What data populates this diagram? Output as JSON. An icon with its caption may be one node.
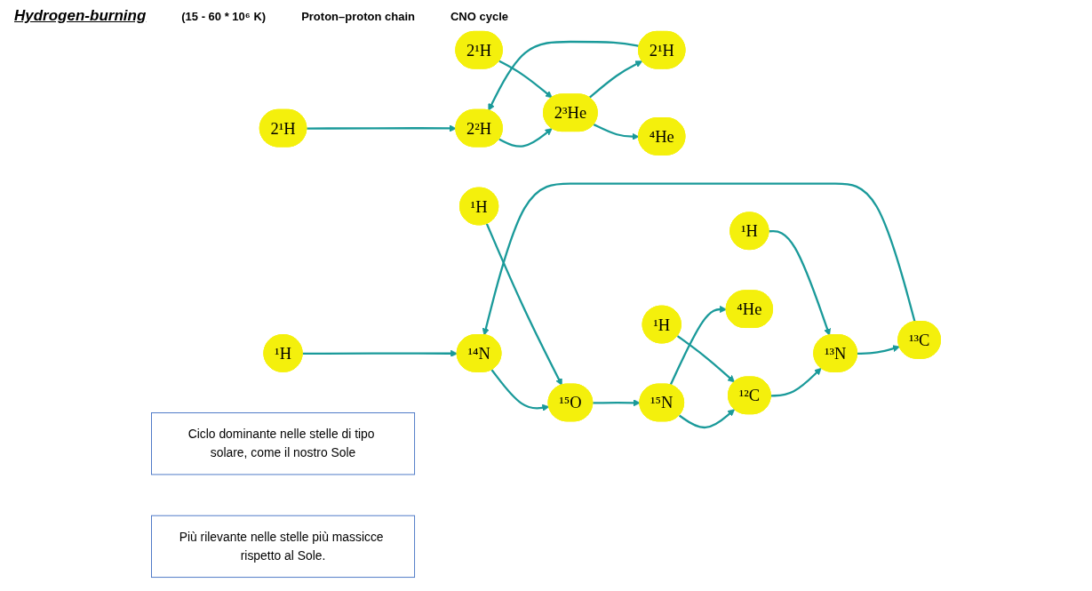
{
  "diagram": {
    "title": "Hydrogen-burning",
    "nodes": [
      {
        "text": [
          "2¹H"
        ]
      },
      {
        "text": [
          "2²H"
        ]
      },
      {
        "text": [
          "2¹H"
        ]
      },
      {
        "text": [
          "2¹H"
        ]
      },
      {
        "text": [
          "2³He"
        ]
      },
      {
        "text": [
          "⁴He"
        ]
      },
      {
        "text": [
          "¹H"
        ]
      },
      {
        "text": [
          "¹³C"
        ]
      },
      {
        "text": [
          "¹⁴N"
        ]
      },
      {
        "text": [
          "¹³N"
        ]
      },
      {
        "text": [
          "¹H"
        ]
      },
      {
        "text": [
          "¹⁵O"
        ]
      },
      {
        "text": [
          "¹H"
        ]
      },
      {
        "text": [
          "¹²C"
        ]
      },
      {
        "text": [
          "¹⁵N"
        ]
      },
      {
        "text": [
          "⁴He"
        ]
      },
      {
        "text": [
          "¹H"
        ]
      },
      {
        "text": [
          "Ciclo dominante nelle stelle di tipo solare, come il nostro Sole"
        ]
      },
      {
        "text": [
          "Più rilevante nelle stelle più massicce rispetto al Sole."
        ]
      }
    ],
    "edges": [
      {
        "from": 0,
        "to": 1,
        "arrow": "to"
      },
      {
        "from": 2,
        "to": 1,
        "arrow": "to"
      },
      {
        "from": 1,
        "to": 4,
        "arrow": "to"
      },
      {
        "from": 3,
        "to": 4,
        "arrow": "to"
      },
      {
        "from": 4,
        "to": 2,
        "arrow": "to"
      },
      {
        "from": 4,
        "to": 5,
        "arrow": "to"
      },
      {
        "from": 7,
        "to": 8,
        "arrow": "to"
      },
      {
        "from": 6,
        "to": 8,
        "arrow": "to"
      },
      {
        "from": 8,
        "to": 11,
        "arrow": "to"
      },
      {
        "from": 10,
        "to": 11,
        "arrow": "to"
      },
      {
        "from": 11,
        "to": 14,
        "arrow": "to"
      },
      {
        "from": 14,
        "to": 13,
        "arrow": "to"
      },
      {
        "from": 14,
        "to": 15,
        "arrow": "to"
      },
      {
        "from": 16,
        "to": 13,
        "arrow": "to"
      },
      {
        "from": 13,
        "to": 9,
        "arrow": "to"
      },
      {
        "from": 12,
        "to": 9,
        "arrow": "to"
      },
      {
        "from": 9,
        "to": 7,
        "arrow": "to"
      }
    ],
    "labels": [
      "(15 - 60 * 10⁶ K)",
      "Proton–proton chain",
      "CNO cycle"
    ]
  }
}
